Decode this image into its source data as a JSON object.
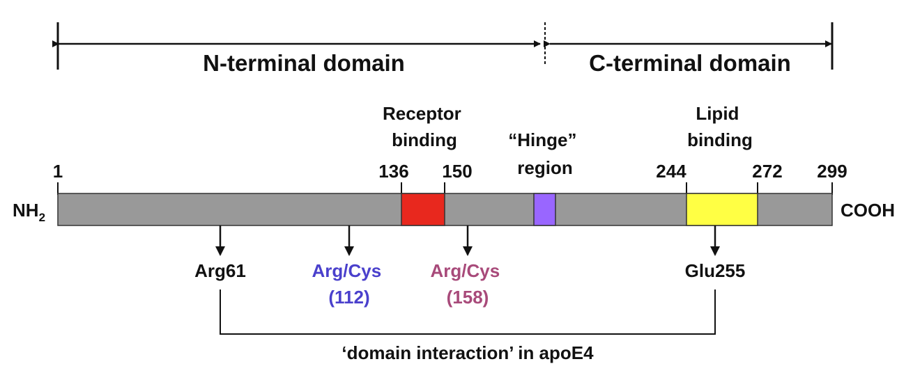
{
  "domains": {
    "n_terminal": "N-terminal domain",
    "c_terminal": "C-terminal domain"
  },
  "regions": {
    "receptor_binding": [
      "Receptor",
      "binding"
    ],
    "hinge": [
      "“Hinge”",
      "region"
    ],
    "lipid_binding": [
      "Lipid",
      "binding"
    ]
  },
  "positions": {
    "p1": "1",
    "p136": "136",
    "p150": "150",
    "p244": "244",
    "p272": "272",
    "p299": "299"
  },
  "termini": {
    "n_main": "NH",
    "n_sub": "2",
    "c": "COOH"
  },
  "residues": {
    "arg61": "Arg61",
    "arg112": [
      "Arg/Cys",
      "(112)"
    ],
    "arg158": [
      "Arg/Cys",
      "(158)"
    ],
    "glu255": "Glu255"
  },
  "interaction_label": "‘domain interaction’ in apoE4",
  "colors": {
    "bar": "#999999",
    "receptor": "#e8281e",
    "hinge": "#9966ff",
    "lipid": "#ffff44",
    "arg112": "#4a40cc",
    "arg158": "#a84a7a",
    "line": "#111111"
  }
}
